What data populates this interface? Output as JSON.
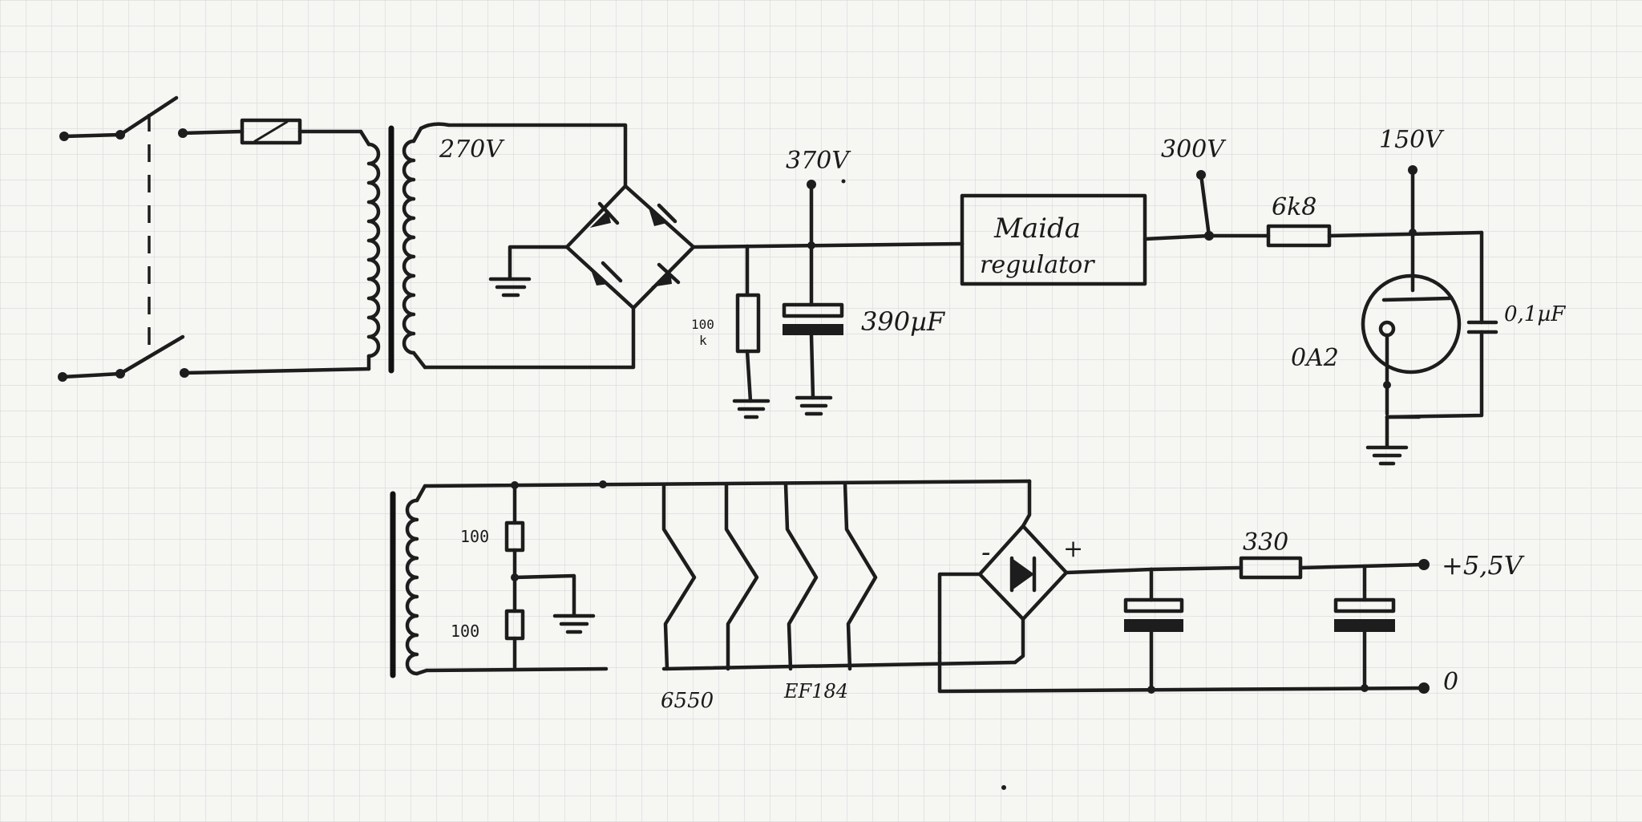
{
  "labels": {
    "secondary_voltage": "270V",
    "filter_voltage": "370V",
    "regulated_voltage": "300V",
    "reference_voltage": "150V",
    "regulator_line1": "Maida",
    "regulator_line2": "regulator",
    "dropping_resistor": "6k8",
    "bleeder_resistor_value": "100",
    "bleeder_resistor_unit": "k",
    "filter_capacitor": "390µF",
    "regulator_tube": "0A2",
    "bypass_capacitor": "0,1µF",
    "center_tap_upper": "100",
    "center_tap_lower": "100",
    "power_tube": "6550",
    "small_tube": "EF184",
    "bridge_minus": "-",
    "bridge_plus": "+",
    "dc_resistor": "330",
    "dc_output": "+5,5V",
    "dc_zero": "0"
  },
  "colors": {
    "paper": "#f6f6f3",
    "grid": "#d6d9dc",
    "ink": "#1d1d1d"
  }
}
